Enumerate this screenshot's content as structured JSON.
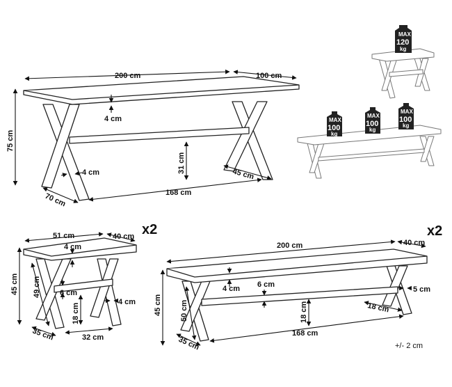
{
  "table": {
    "length": "200 cm",
    "width": "100 cm",
    "height": "75 cm",
    "top_thickness": "4 cm",
    "leg_thickness": "4 cm",
    "leg_span": "45 cm",
    "stretcher_height": "31 cm",
    "inner_length": "168 cm",
    "leg_depth": "70 cm"
  },
  "stool": {
    "quantity": "x2",
    "length": "51 cm",
    "width": "40 cm",
    "top_thickness": "4 cm",
    "height": "45 cm",
    "leg_length": "49 cm",
    "stretcher_thickness": "6 cm",
    "stretcher_height": "18 cm",
    "leg_thickness": "4 cm",
    "leg_depth": "35 cm",
    "inner_length": "32 cm"
  },
  "bench": {
    "quantity": "x2",
    "length": "200 cm",
    "width": "40 cm",
    "top_thickness": "4 cm",
    "stretcher_thickness": "6 cm",
    "leg_thickness": "5 cm",
    "height": "45 cm",
    "leg_length": "50 cm",
    "stretcher_height": "18 cm",
    "leg_span": "18 cm",
    "inner_length": "168 cm",
    "leg_depth": "35 cm"
  },
  "load": {
    "stool_max_label": "MAX",
    "stool_max_value": "120",
    "stool_max_unit": "kg",
    "bench_max_label": "MAX",
    "bench_max_value": "100",
    "bench_max_unit": "kg"
  },
  "tolerance": "+/- 2 cm"
}
